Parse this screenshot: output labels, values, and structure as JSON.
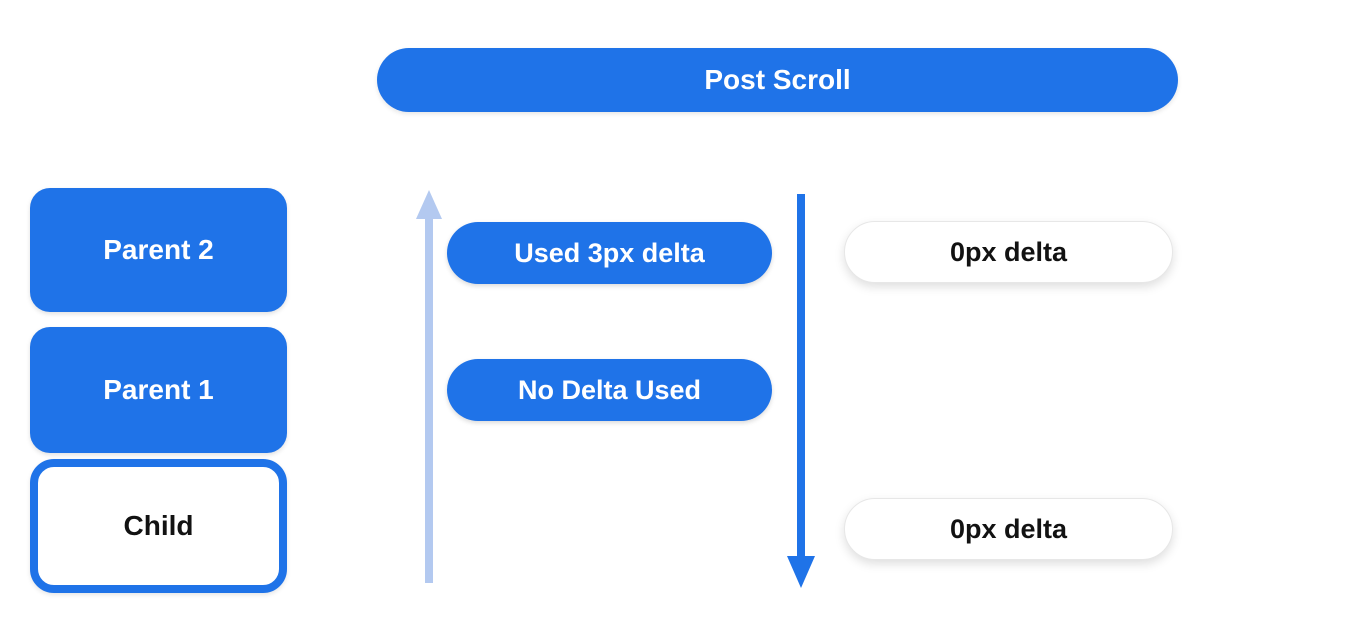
{
  "diagram_title": "Post Scroll",
  "colors": {
    "primary-blue": "#1F73E8",
    "light-blue": "#B3C9F0",
    "text-dark": "#121212",
    "pill-border": "#E7E7E7",
    "background": "#FFFFFF"
  },
  "header": {
    "label": "Post Scroll"
  },
  "nodes": {
    "parent2": {
      "label": "Parent 2"
    },
    "parent1": {
      "label": "Parent 1"
    },
    "child": {
      "label": "Child"
    }
  },
  "annotations": {
    "used_delta": {
      "label": "Used 3px delta"
    },
    "no_delta": {
      "label": "No Delta Used"
    },
    "zero_delta_top": {
      "label": "0px delta"
    },
    "zero_delta_bottom": {
      "label": "0px delta"
    }
  },
  "arrows": {
    "up": {
      "name": "scroll-up-arrow",
      "direction": "up",
      "color": "#B3C9F0"
    },
    "down": {
      "name": "scroll-down-arrow",
      "direction": "down",
      "color": "#1F73E8"
    }
  }
}
